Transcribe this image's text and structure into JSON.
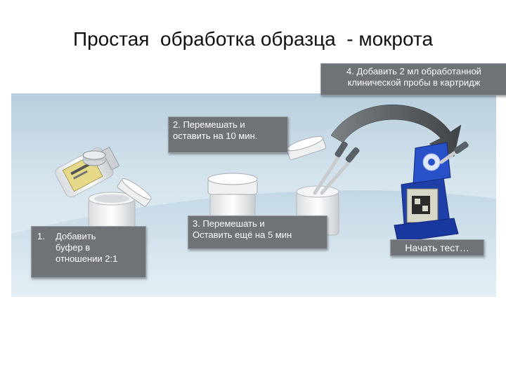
{
  "slide": {
    "title": "Простая  обработка образца  - мокрота"
  },
  "steps": {
    "step1_number": "1.",
    "step1_text": "Добавить\nбуфер в\nотношении 2:1",
    "step2_text": "2. Перемешать и\nоставить на 10 мин.",
    "step3_text": "3. Перемешать и\nОставить ещё на 5 мин",
    "step4_text": "4. Добавить 2 мл обработанной\nклинической пробы в картридж",
    "start_label": "Начать тест…"
  },
  "colors": {
    "note_background": "#6f7378",
    "cartridge_blue": "#1f3fa8",
    "arrow_gray": "#5a5f63"
  }
}
